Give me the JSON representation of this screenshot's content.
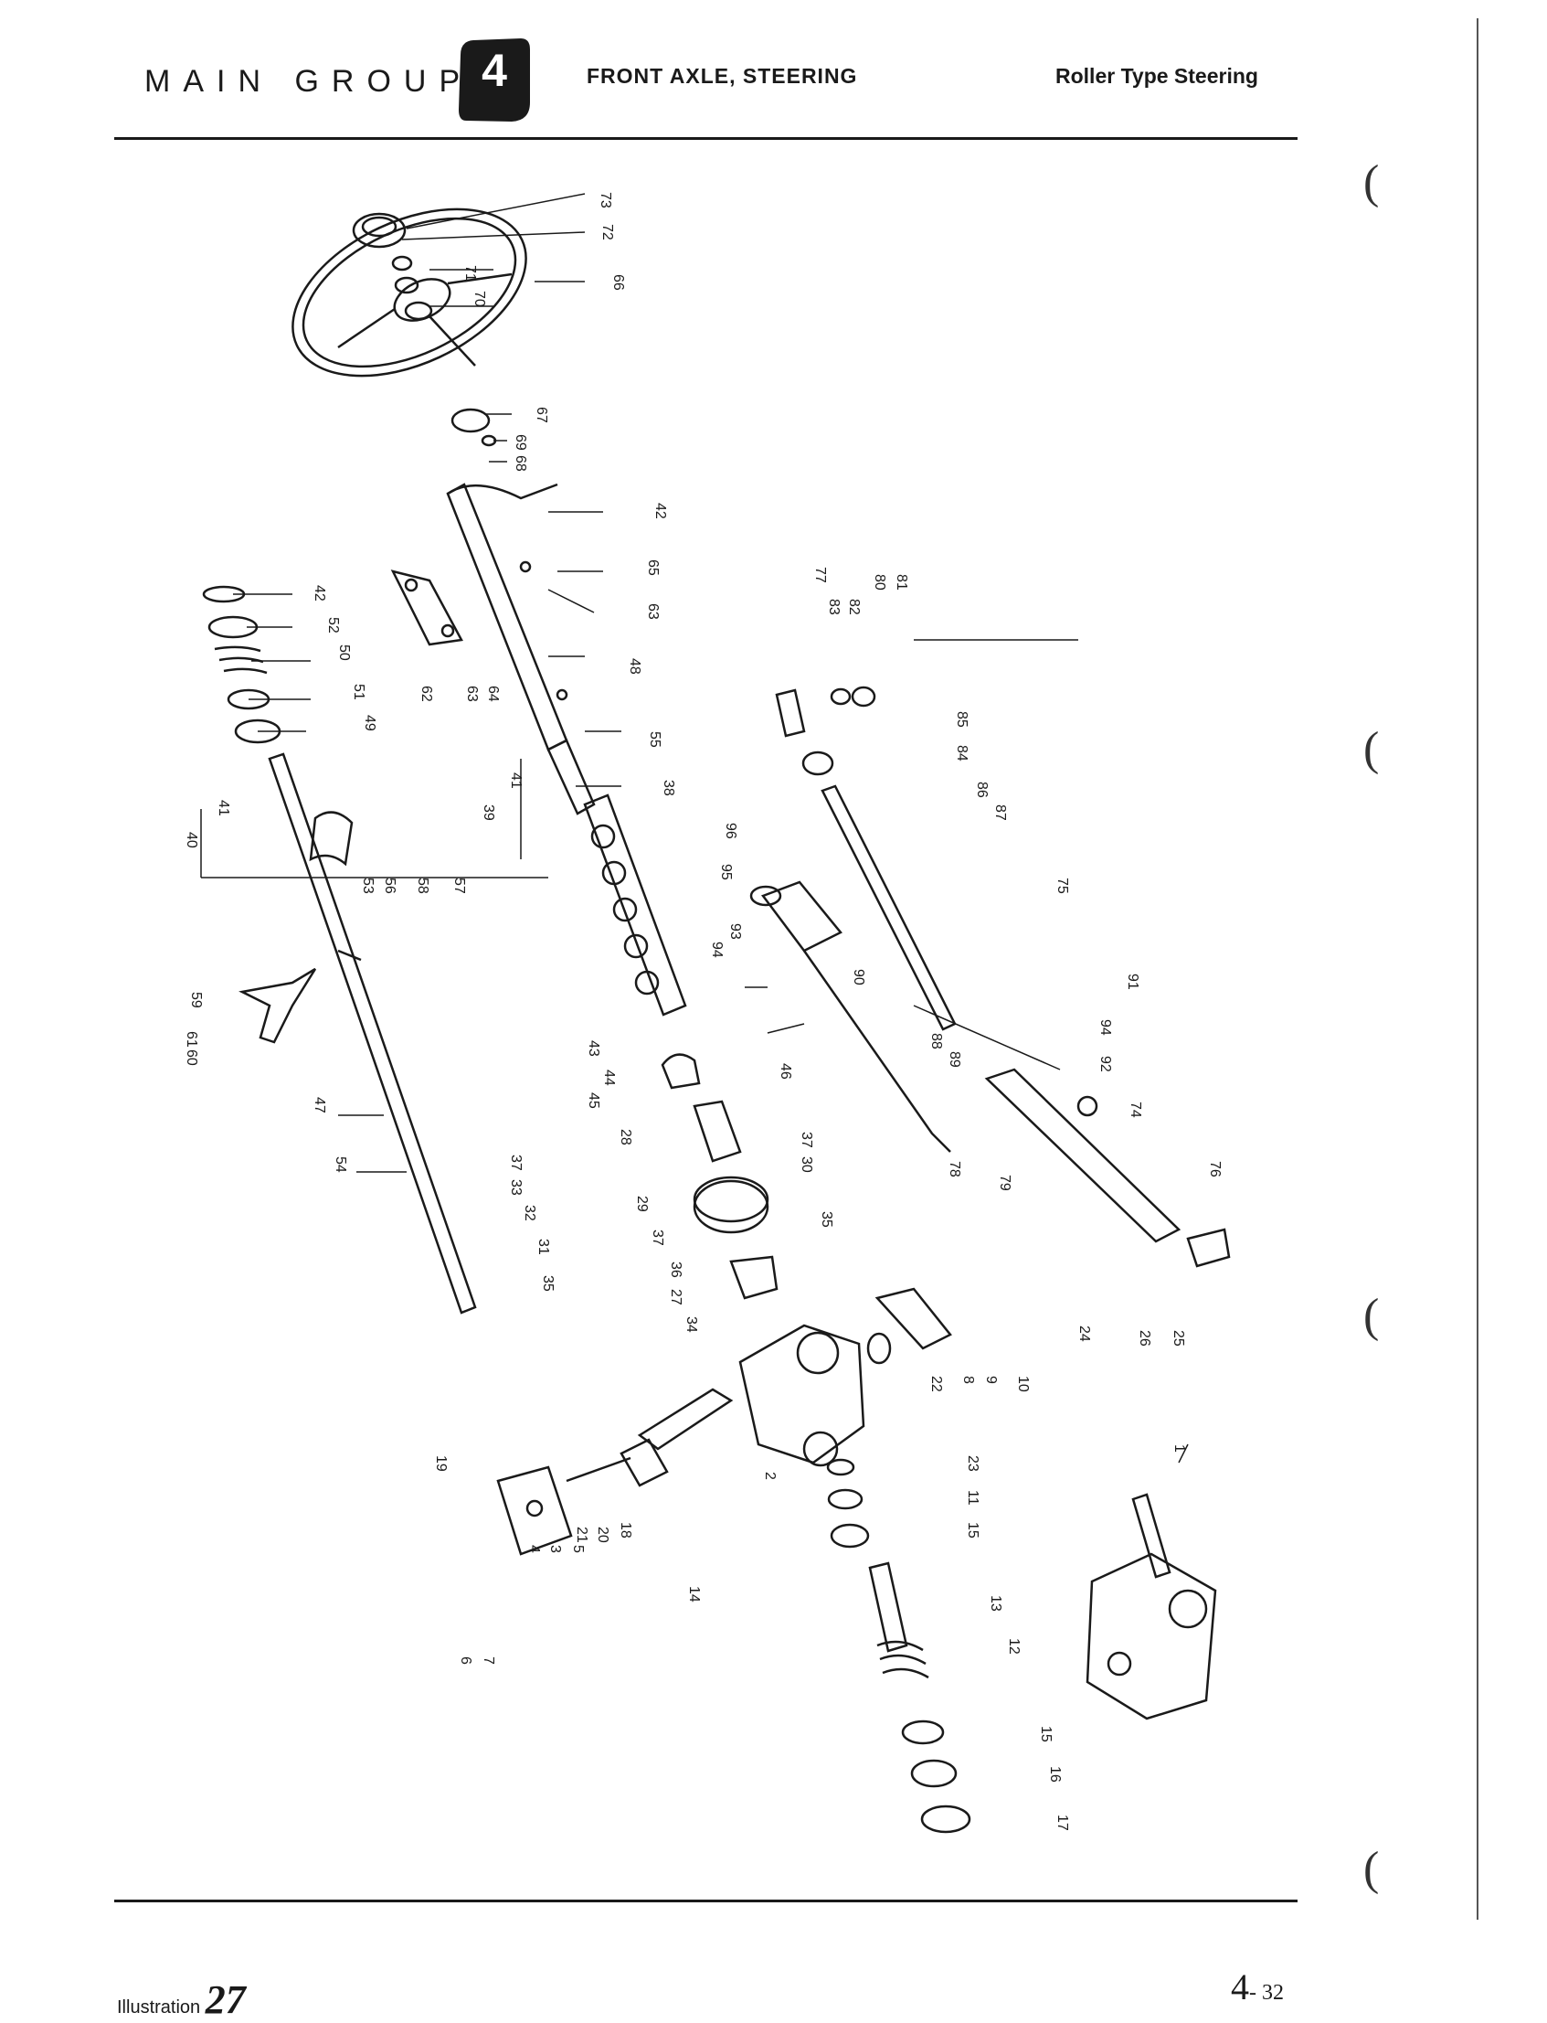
{
  "header": {
    "main_group": "MAIN GROUP",
    "group_number": "4",
    "section_title": "FRONT AXLE, STEERING",
    "section_subtitle": "Roller Type Steering"
  },
  "footer": {
    "illustration_label": "Illustration",
    "illustration_number": "27",
    "page_number": "4",
    "page_suffix": "- 32"
  },
  "callouts": [
    "1",
    "2",
    "3",
    "4",
    "5",
    "6",
    "7",
    "8",
    "9",
    "10",
    "11",
    "12",
    "13",
    "14",
    "15",
    "15",
    "16",
    "17",
    "18",
    "19",
    "20",
    "21",
    "22",
    "23",
    "24",
    "25",
    "26",
    "27",
    "28",
    "29",
    "30",
    "31",
    "32",
    "33",
    "34",
    "35",
    "35",
    "36",
    "37",
    "37",
    "37",
    "38",
    "39",
    "40",
    "41",
    "41",
    "42",
    "42",
    "43",
    "44",
    "45",
    "46",
    "47",
    "48",
    "49",
    "50",
    "51",
    "52",
    "53",
    "54",
    "55",
    "56",
    "57",
    "58",
    "59",
    "60",
    "61",
    "62",
    "63",
    "63",
    "64",
    "65",
    "66",
    "67",
    "68",
    "69",
    "70",
    "71",
    "72",
    "73",
    "74",
    "75",
    "76",
    "77",
    "78",
    "79",
    "80",
    "81",
    "82",
    "83",
    "84",
    "85",
    "86",
    "87",
    "88",
    "89",
    "90",
    "91",
    "92",
    "93",
    "94",
    "94",
    "95",
    "96"
  ],
  "colors": {
    "ink": "#1a1a1a",
    "badge": "#1a1a1a",
    "paper": "#ffffff"
  }
}
